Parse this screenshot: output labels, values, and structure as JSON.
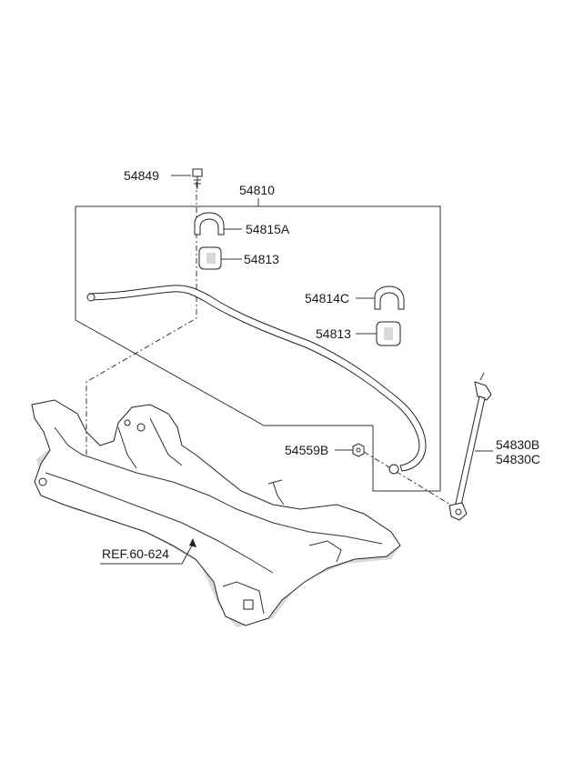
{
  "labels": {
    "bolt": "54849",
    "stabilizer_assy": "54810",
    "bracket_a": "54815A",
    "bushing_left": "54813",
    "bracket_c": "54814C",
    "bushing_right": "54813",
    "nut": "54559B",
    "link_b": "54830B",
    "link_c": "54830C",
    "ref": "REF.60-624"
  }
}
